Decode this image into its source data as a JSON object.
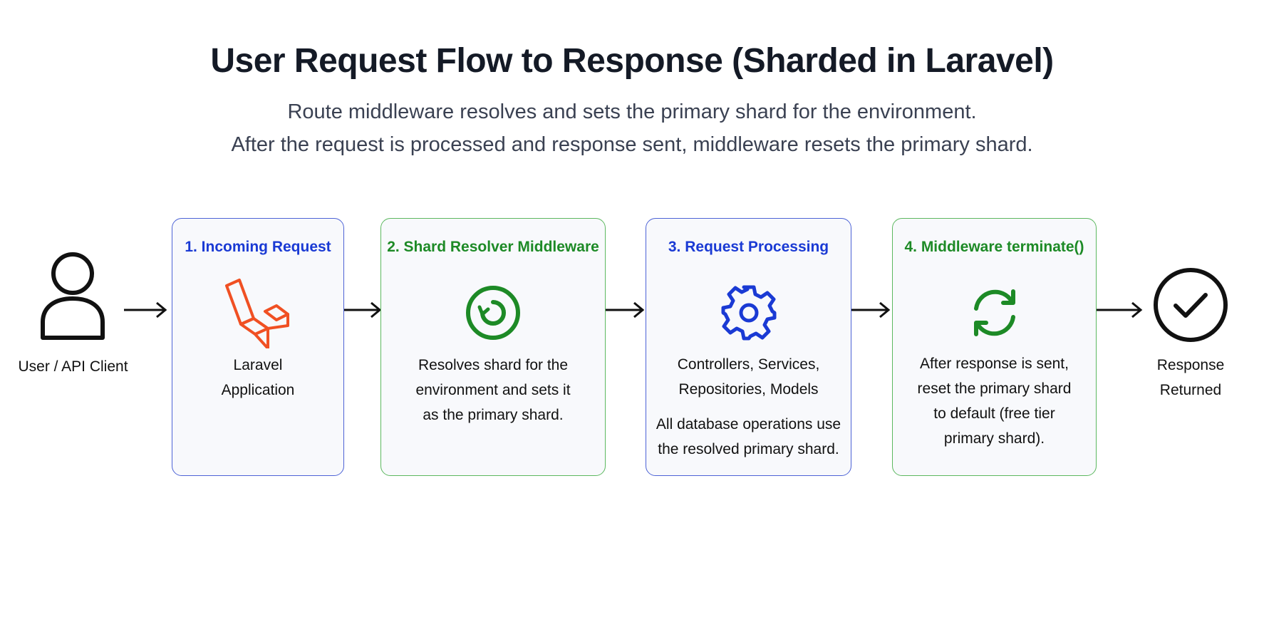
{
  "title": "User Request Flow to Response (Sharded in Laravel)",
  "subtitle_lines": [
    "Route middleware resolves and sets the primary shard for the environment.",
    "After the request is processed and response sent, middleware resets the primary shard."
  ],
  "start_node": {
    "label": "User / API Client",
    "icon": "user-icon"
  },
  "steps": [
    {
      "title": "1. Incoming Request",
      "icon": "laravel-logo-icon",
      "lines": [
        "Laravel",
        "Application"
      ],
      "color": "#1a3ad4"
    },
    {
      "title": "2. Shard Resolver Middleware",
      "icon": "shard-resolve-icon",
      "lines": [
        "Resolves shard for the",
        "environment and sets it",
        "as the primary shard."
      ],
      "color": "#1d8a26"
    },
    {
      "title": "3. Request Processing",
      "icon": "gear-icon",
      "lines": [
        "Controllers, Services,",
        "Repositories, Models"
      ],
      "note_lines": [
        "All database operations use",
        "the resolved primary shard."
      ],
      "color": "#1a3ad4"
    },
    {
      "title": "4. Middleware terminate()",
      "icon": "refresh-icon",
      "lines": [
        "After response is sent,",
        "reset the primary shard",
        "to default (free tier",
        "primary shard)."
      ],
      "color": "#1d8a26"
    }
  ],
  "end_node": {
    "label_lines": [
      "Response",
      "Returned"
    ],
    "icon": "checkmark-circle-icon"
  },
  "colors": {
    "blue": "#1a3ad4",
    "green": "#1d8a26",
    "laravel": "#f05023"
  }
}
